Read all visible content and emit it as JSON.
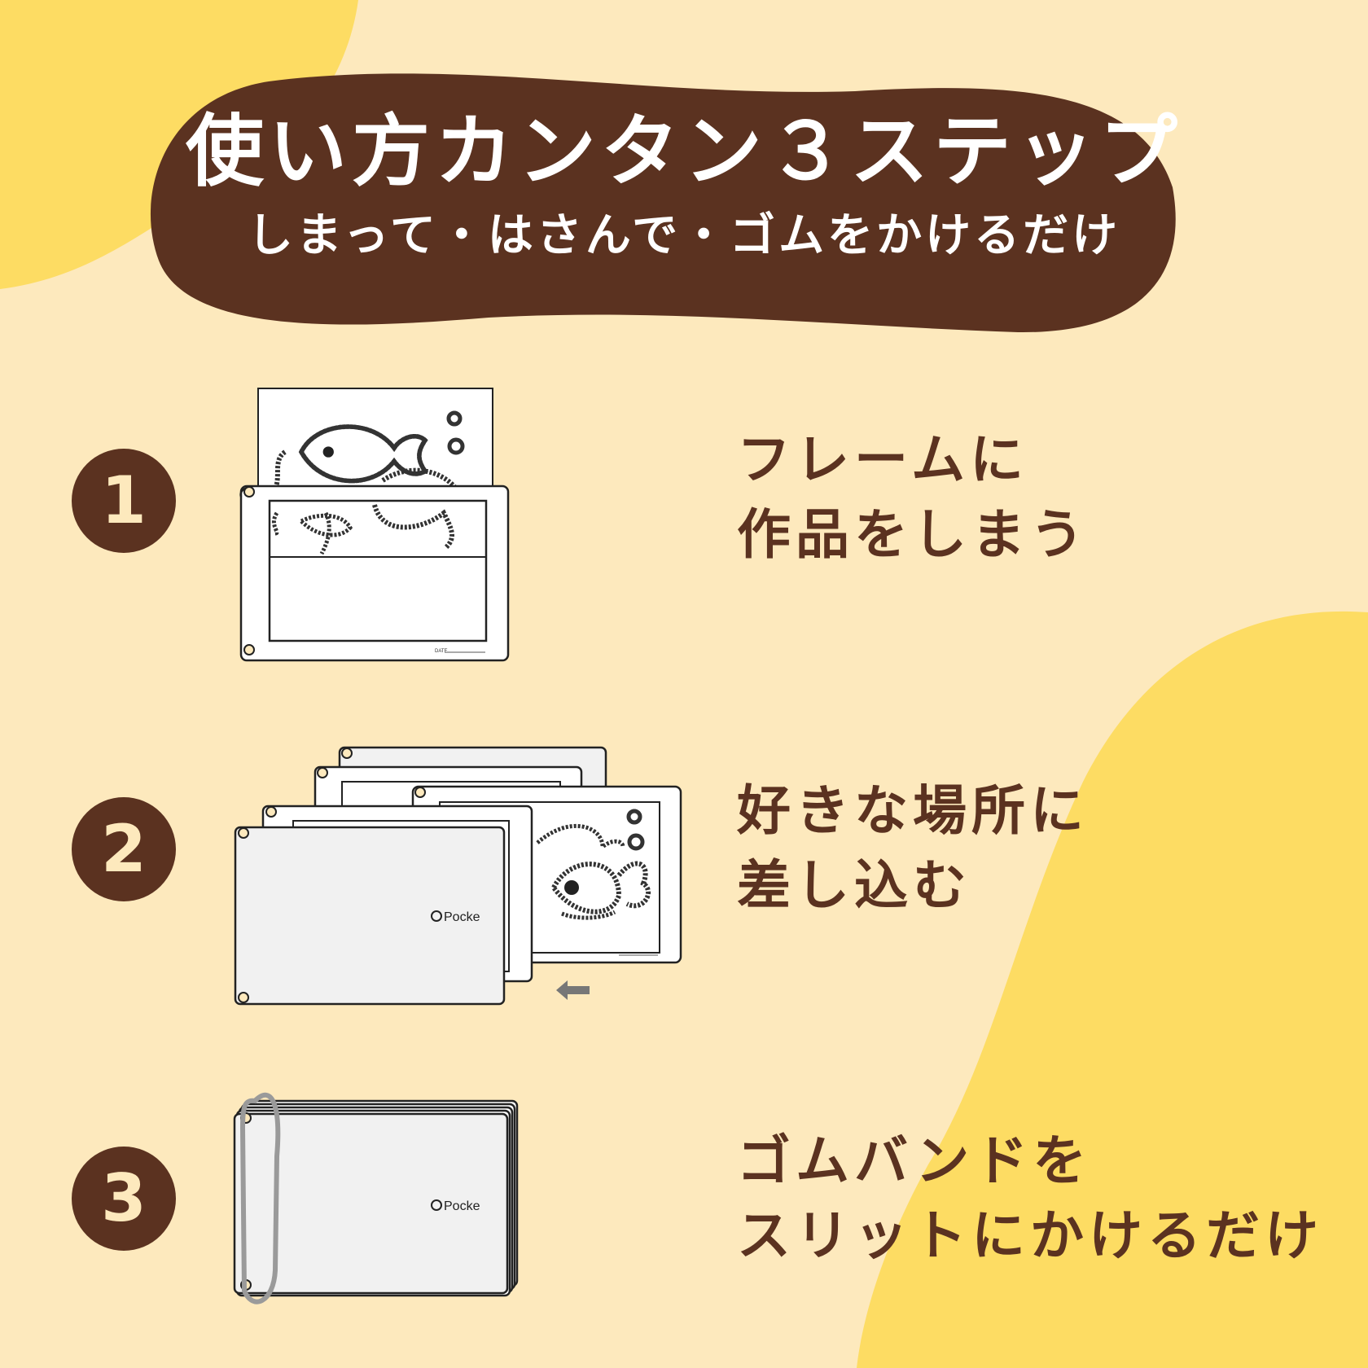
{
  "header": {
    "title": "使い方カンタン３ステップ",
    "subtitle": "しまって・はさんで・ゴムをかけるだけ"
  },
  "steps": [
    {
      "number": "1",
      "line1": "フレームに",
      "line2": "作品をしまう"
    },
    {
      "number": "2",
      "line1": "好きな場所に",
      "line2": "差し込む"
    },
    {
      "number": "3",
      "line1": "ゴムバンドを",
      "line2": "スリットにかけるだけ"
    }
  ],
  "brand": {
    "logo_text": "Pocke"
  },
  "frame_label": {
    "date": "DATE"
  },
  "colors": {
    "background": "#fde9bd",
    "blob": "#fddc63",
    "banner": "#5b3220",
    "text_brown": "#5b3220",
    "frame_fill": "#f1f1f1",
    "outline": "#2a2a2a",
    "arrow": "#777777",
    "rubber_band": "#9a9a9a"
  },
  "icons": [
    "left-arrow-icon"
  ]
}
